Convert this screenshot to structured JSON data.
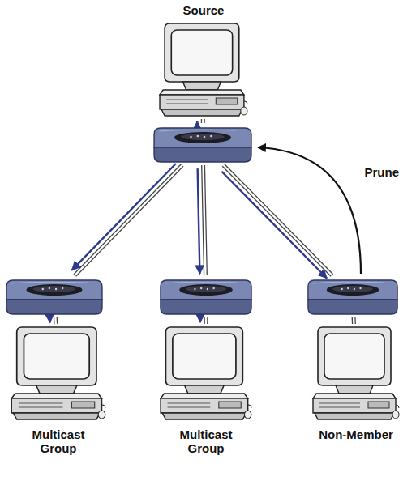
{
  "diagram": {
    "nodes": [
      {
        "text": [
          "Source"
        ]
      },
      {
        "text": []
      },
      {
        "text": []
      },
      {
        "text": []
      },
      {
        "text": []
      },
      {
        "text": [
          "Multicast Group"
        ]
      },
      {
        "text": [
          "Multicast Group"
        ]
      },
      {
        "text": [
          "Non-Member"
        ]
      }
    ],
    "edges": [
      {
        "from": 0,
        "to": 1,
        "arrow": "to"
      },
      {
        "from": 1,
        "to": 2,
        "arrow": "to"
      },
      {
        "from": 1,
        "to": 3,
        "arrow": "to"
      },
      {
        "from": 1,
        "to": 4,
        "arrow": "to"
      },
      {
        "from": 2,
        "to": 5,
        "arrow": "to"
      },
      {
        "from": 3,
        "to": 6,
        "arrow": "to"
      },
      {
        "from": 4,
        "to": 7,
        "arrow": "none"
      },
      {
        "from": 4,
        "to": 1,
        "arrow": "to",
        "label": "Prune"
      }
    ]
  }
}
